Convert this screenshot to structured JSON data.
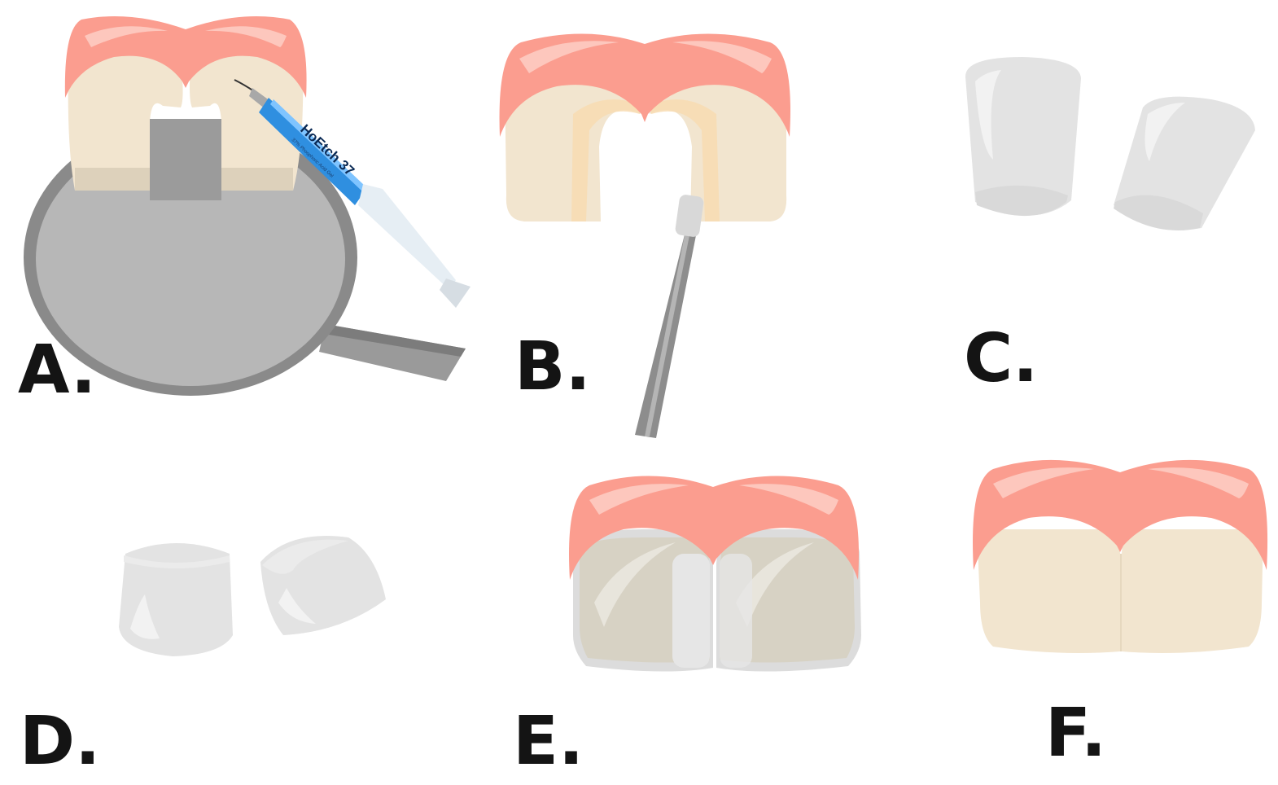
{
  "panels": [
    {
      "id": "A",
      "label": "A."
    },
    {
      "id": "B",
      "label": "B."
    },
    {
      "id": "C",
      "label": "C."
    },
    {
      "id": "D",
      "label": "D."
    },
    {
      "id": "E",
      "label": "E."
    },
    {
      "id": "F",
      "label": "F."
    }
  ],
  "syringe": {
    "brand": "HoEtch 37",
    "subtext": "37% Phosphoric Acid Gel"
  },
  "colors": {
    "gum": "#fb9d8f",
    "gum_highlight": "#fdc7bd",
    "tooth": "#f2e5cf",
    "tooth_shadow": "#e3d3b6",
    "prep_band": "#f8dcb1",
    "rubber_dam": "#b4b4b4",
    "rubber_dam_rim": "#878787",
    "veneer": "#e3e3e3",
    "veneer_highlight": "#f2f2f2",
    "syringe_blue": "#2f8fe0",
    "instrument": "#8d8d8d"
  }
}
